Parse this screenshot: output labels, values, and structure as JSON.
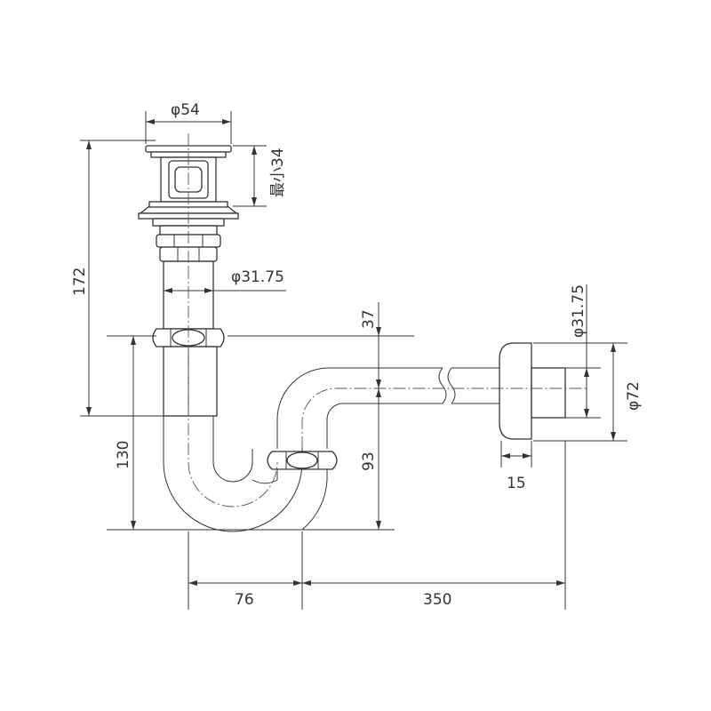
{
  "dimensions": {
    "top_diameter": "φ54",
    "min_height": "最小34",
    "tail_diameter": "φ31.75",
    "total_height": "172",
    "trap_height": "130",
    "offset_37": "37",
    "offset_93": "93",
    "horiz_76": "76",
    "horiz_350": "350",
    "outlet_diameter": "φ31.75",
    "flange_diameter": "φ72",
    "flange_depth": "15"
  },
  "colors": {
    "line": "#333333",
    "part_fill": "#e8e8e8"
  }
}
